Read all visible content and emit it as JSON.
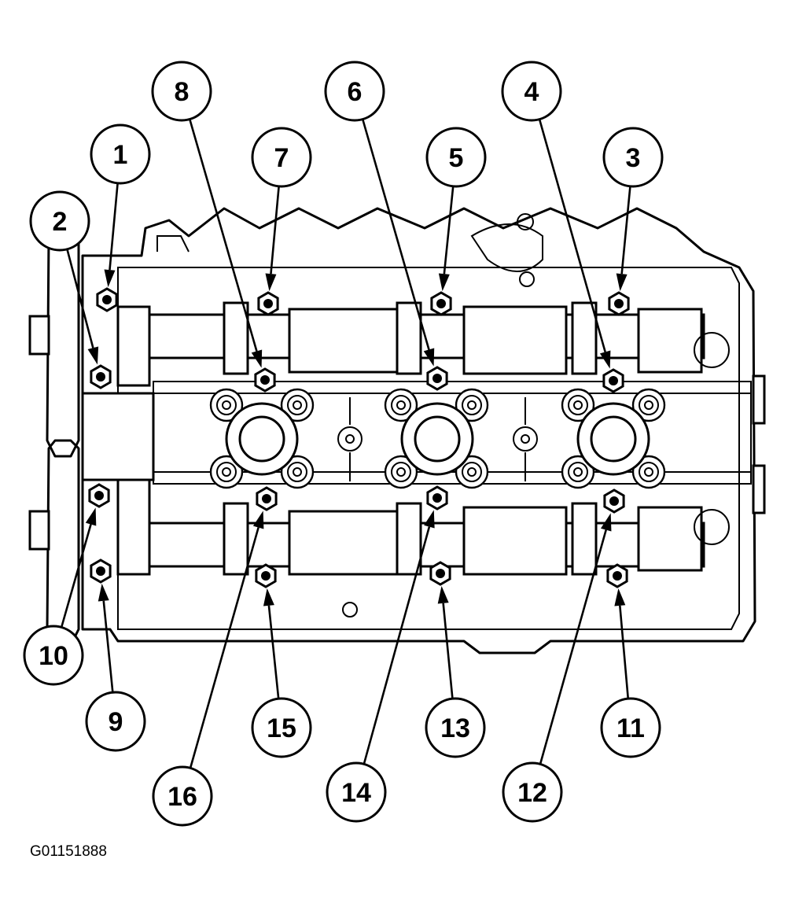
{
  "figure_id": "G01151888",
  "callouts": [
    {
      "number": "1"
    },
    {
      "number": "2"
    },
    {
      "number": "3"
    },
    {
      "number": "4"
    },
    {
      "number": "5"
    },
    {
      "number": "6"
    },
    {
      "number": "7"
    },
    {
      "number": "8"
    },
    {
      "number": "9"
    },
    {
      "number": "10"
    },
    {
      "number": "11"
    },
    {
      "number": "12"
    },
    {
      "number": "13"
    },
    {
      "number": "14"
    },
    {
      "number": "15"
    },
    {
      "number": "16"
    }
  ]
}
